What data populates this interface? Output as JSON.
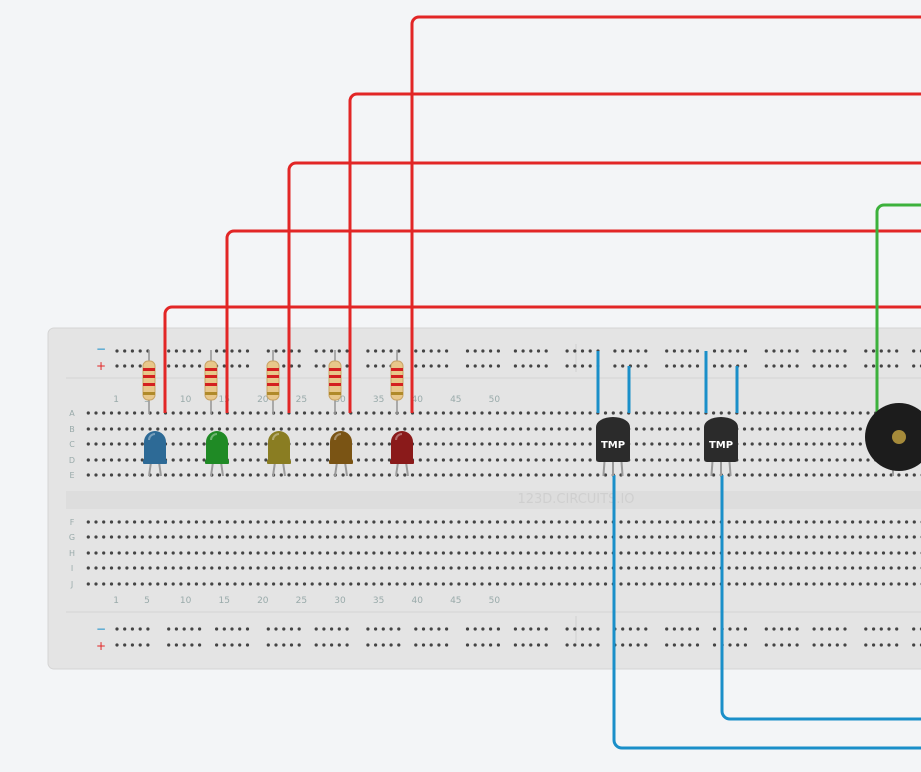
{
  "watermark": "123D.CIRCUITS.IO",
  "rail_signs": {
    "minus": "−",
    "plus": "+"
  },
  "row_letters_top": [
    "A",
    "B",
    "C",
    "D",
    "E"
  ],
  "row_letters_bottom": [
    "F",
    "G",
    "H",
    "I",
    "J"
  ],
  "column_numbers": [
    "1",
    "5",
    "10",
    "15",
    "20",
    "25",
    "30",
    "35",
    "40",
    "45",
    "50"
  ],
  "sensor_label": "TMP",
  "components": {
    "leds": [
      {
        "name": "blue",
        "color": "#2d6a96"
      },
      {
        "name": "green",
        "color": "#1f8a25"
      },
      {
        "name": "olive",
        "color": "#8a7d22"
      },
      {
        "name": "brown",
        "color": "#7a5414"
      },
      {
        "name": "red",
        "color": "#8a1a1a"
      }
    ],
    "sensors": [
      "tmp-1",
      "tmp-2"
    ],
    "piezo": "piezo-buzzer"
  },
  "colors": {
    "background": "#f3f5f7",
    "board": "#e4e4e4",
    "wire_red": "#e22626",
    "wire_blue": "#1a8fc9",
    "wire_green": "#3cb13c"
  }
}
